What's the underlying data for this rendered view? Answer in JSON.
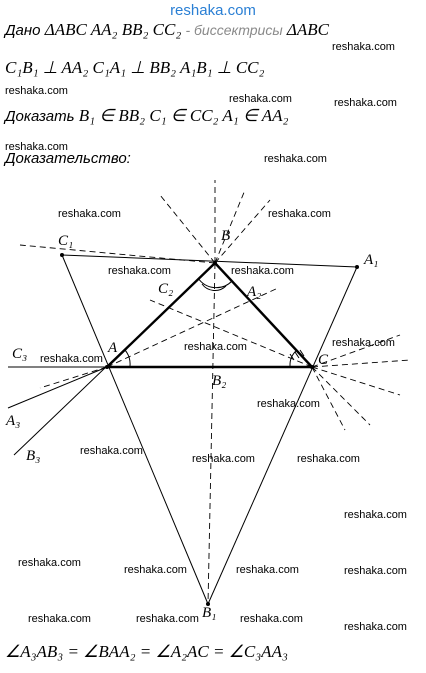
{
  "site": {
    "title": "reshaka.com",
    "accent": "#2a7fd4"
  },
  "given": {
    "label": "Дано",
    "statement": "ΔABC AA₂ BB₂ CC₂",
    "note": "- биссектрисы",
    "triangle": "ΔABC"
  },
  "perpendiculars": "C₁B₁ ⊥ AA₂  C₁A₁ ⊥ BB₂  A₁B₁ ⊥ CC₂",
  "prove": {
    "label": "Доказать",
    "statement": "B₁ ∈ BB₂  C₁ ∈ CC₂  A₁ ∈ AA₂"
  },
  "proof": {
    "label": "Доказательство:"
  },
  "final_equation": "∠A₃AB₃ = ∠BAA₂ = ∠A₂AC = ∠C₃AA₃",
  "watermark": "reshaka.com",
  "figure": {
    "labels": {
      "A": "A",
      "B": "B",
      "C": "C",
      "A1": "A₁",
      "B1": "B₁",
      "C1": "C₁",
      "A2": "A₂",
      "B2": "B₂",
      "C2": "C₂",
      "A3": "A₃",
      "B3": "B₃",
      "C3": "C₃"
    }
  }
}
